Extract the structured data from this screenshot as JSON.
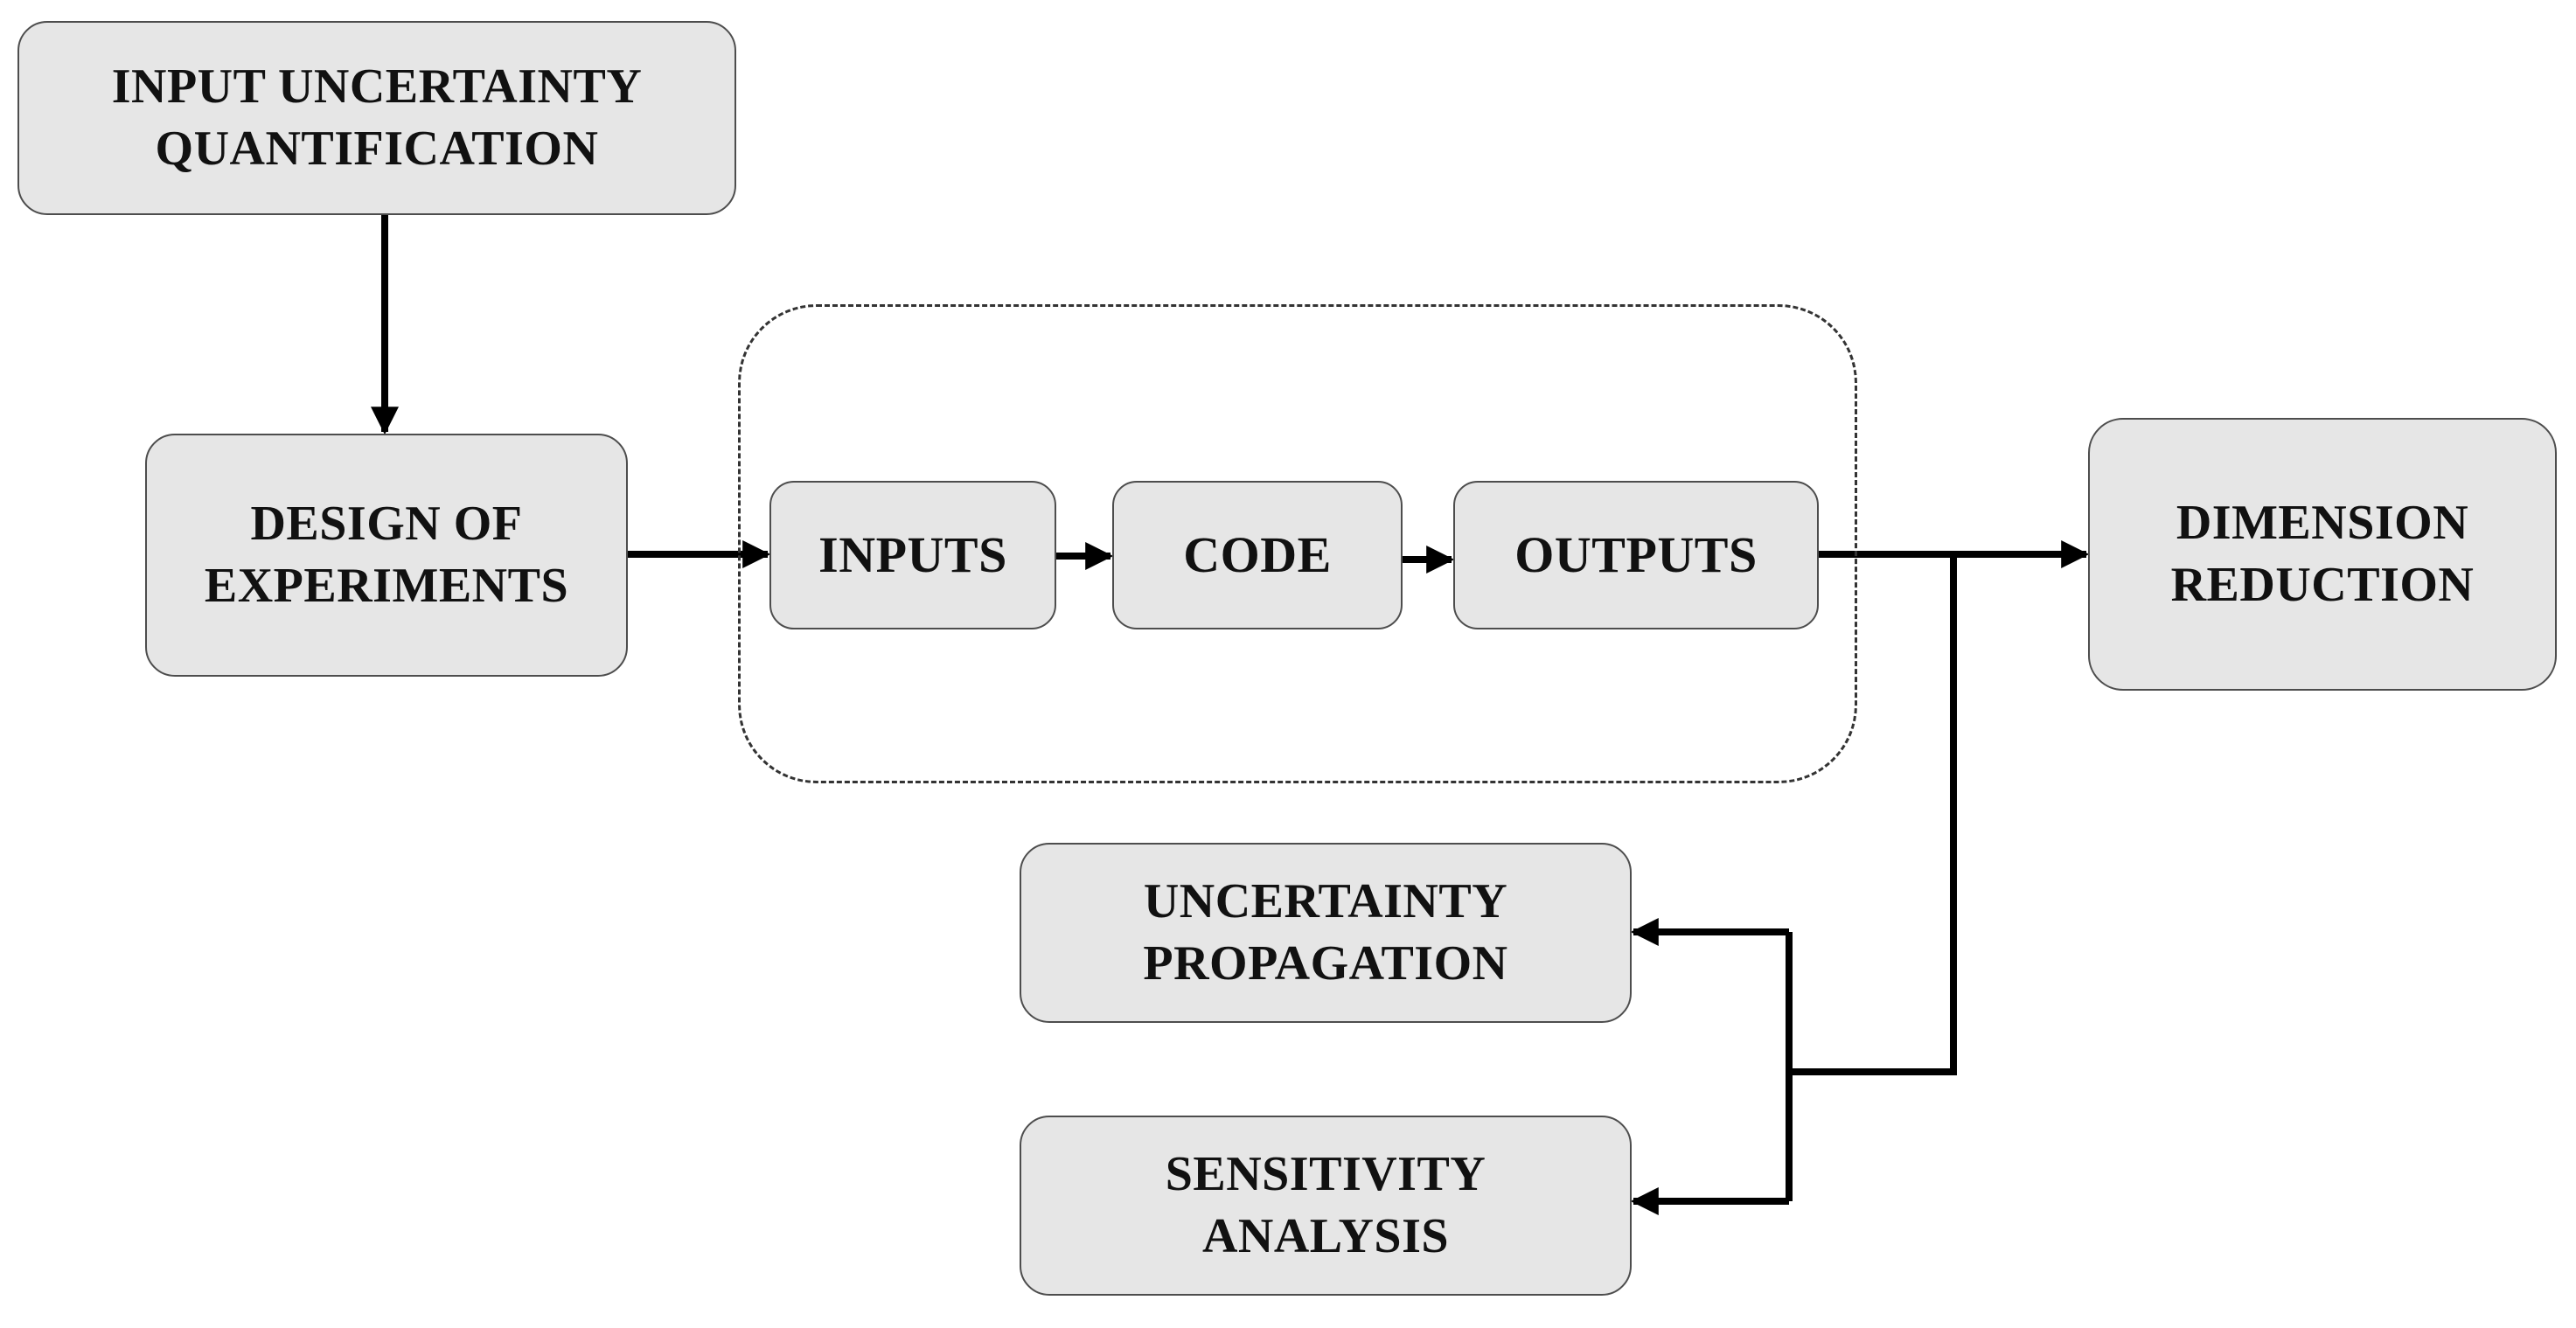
{
  "diagram": {
    "nodes": {
      "input_uq": {
        "line1": "INPUT UNCERTAINTY",
        "line2": "QUANTIFICATION"
      },
      "doe": {
        "line1": "DESIGN OF",
        "line2": "EXPERIMENTS"
      },
      "inputs": {
        "label": "INPUTS"
      },
      "code": {
        "label": "CODE"
      },
      "outputs": {
        "label": "OUTPUTS"
      },
      "dim_reduction": {
        "line1": "DIMENSION",
        "line2": "REDUCTION"
      },
      "uncertainty_prop": {
        "line1": "UNCERTAINTY",
        "line2": "PROPAGATION"
      },
      "sensitivity": {
        "line1": "SENSITIVITY",
        "line2": "ANALYSIS"
      }
    },
    "edges": [
      {
        "from": "input_uq",
        "to": "doe"
      },
      {
        "from": "doe",
        "to": "inputs"
      },
      {
        "from": "inputs",
        "to": "code"
      },
      {
        "from": "code",
        "to": "outputs"
      },
      {
        "from": "outputs",
        "to": "dim_reduction"
      },
      {
        "from": "outputs",
        "to": "uncertainty_prop"
      },
      {
        "from": "outputs",
        "to": "sensitivity"
      }
    ],
    "colors": {
      "box_fill": "#e6e6e6",
      "box_border": "#4d4d4d",
      "line": "#000000"
    }
  }
}
